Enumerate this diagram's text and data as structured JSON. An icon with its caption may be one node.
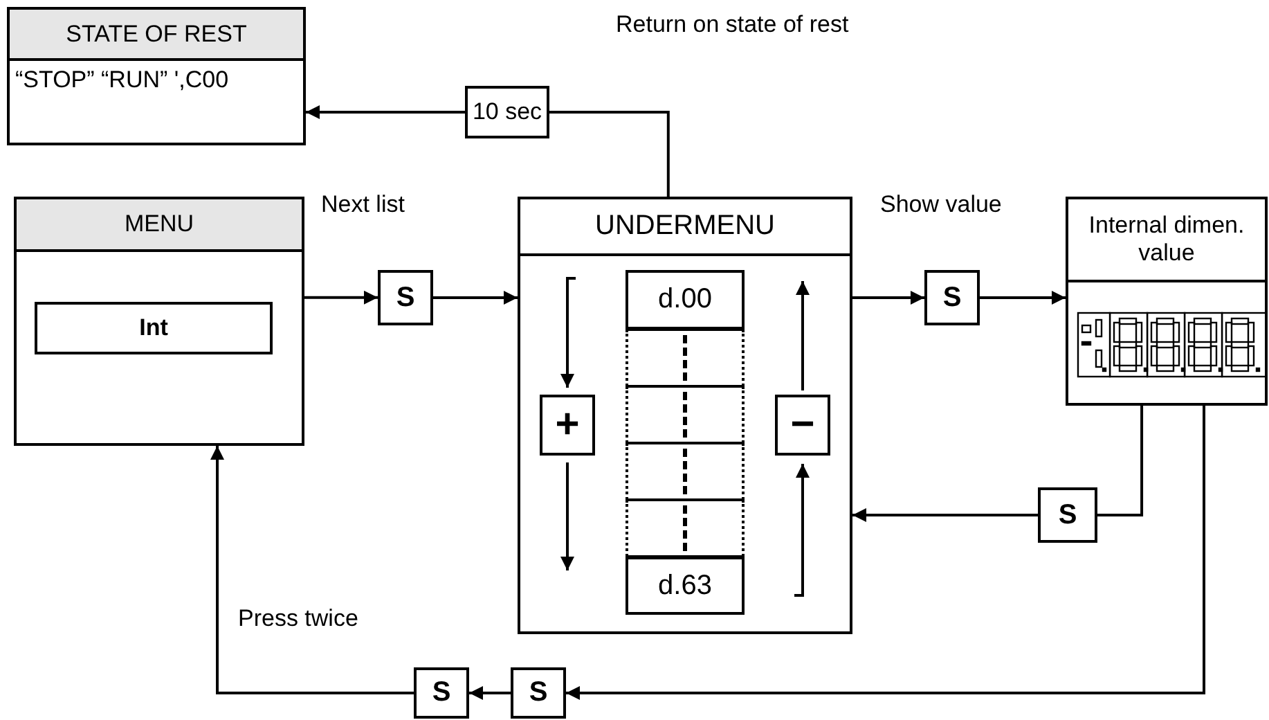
{
  "diagram": {
    "nodes": [
      {
        "text": [
          "STATE OF REST",
          "“STOP” “RUN” ',C00"
        ]
      },
      {
        "text": [
          "10 sec"
        ]
      },
      {
        "text": [
          "MENU"
        ]
      },
      {
        "text": [
          "Int"
        ],
        "in": 2
      },
      {
        "text": [
          "S"
        ]
      },
      {
        "text": [
          "UNDERMENU"
        ]
      },
      {
        "text": [
          "d.00"
        ],
        "in": 5
      },
      {
        "text": [],
        "shape": "box",
        "in": 5
      },
      {
        "text": [],
        "shape": "box",
        "in": 5
      },
      {
        "text": [],
        "shape": "box",
        "in": 5
      },
      {
        "text": [],
        "shape": "box",
        "in": 5
      },
      {
        "text": [
          "d.63"
        ],
        "in": 5
      },
      {
        "text": [
          "+"
        ],
        "in": 5
      },
      {
        "text": [
          "−"
        ],
        "in": 5
      },
      {
        "text": [
          "S"
        ]
      },
      {
        "text": [
          "Internal dimen. value"
        ]
      },
      {
        "text": [
          "S"
        ]
      },
      {
        "text": [
          "S"
        ]
      },
      {
        "text": [
          "S"
        ]
      }
    ],
    "edges": [
      {
        "from": 5,
        "to": 1,
        "arrow": "none"
      },
      {
        "from": 1,
        "to": 0,
        "arrow": "to"
      },
      {
        "from": 2,
        "to": 4,
        "arrow": "to"
      },
      {
        "from": 4,
        "to": 5,
        "arrow": "to"
      },
      {
        "from": 5,
        "to": 14,
        "arrow": "to"
      },
      {
        "from": 14,
        "to": 15,
        "arrow": "to"
      },
      {
        "from": 15,
        "to": 16,
        "arrow": "none"
      },
      {
        "from": 16,
        "to": 5,
        "arrow": "to"
      },
      {
        "from": 15,
        "to": 17,
        "arrow": "to"
      },
      {
        "from": 17,
        "to": 18,
        "arrow": "to"
      },
      {
        "from": 18,
        "to": 2,
        "arrow": "to"
      }
    ],
    "labels": [
      "Return on state of rest",
      "Next list",
      "Show value",
      "Press twice"
    ]
  }
}
